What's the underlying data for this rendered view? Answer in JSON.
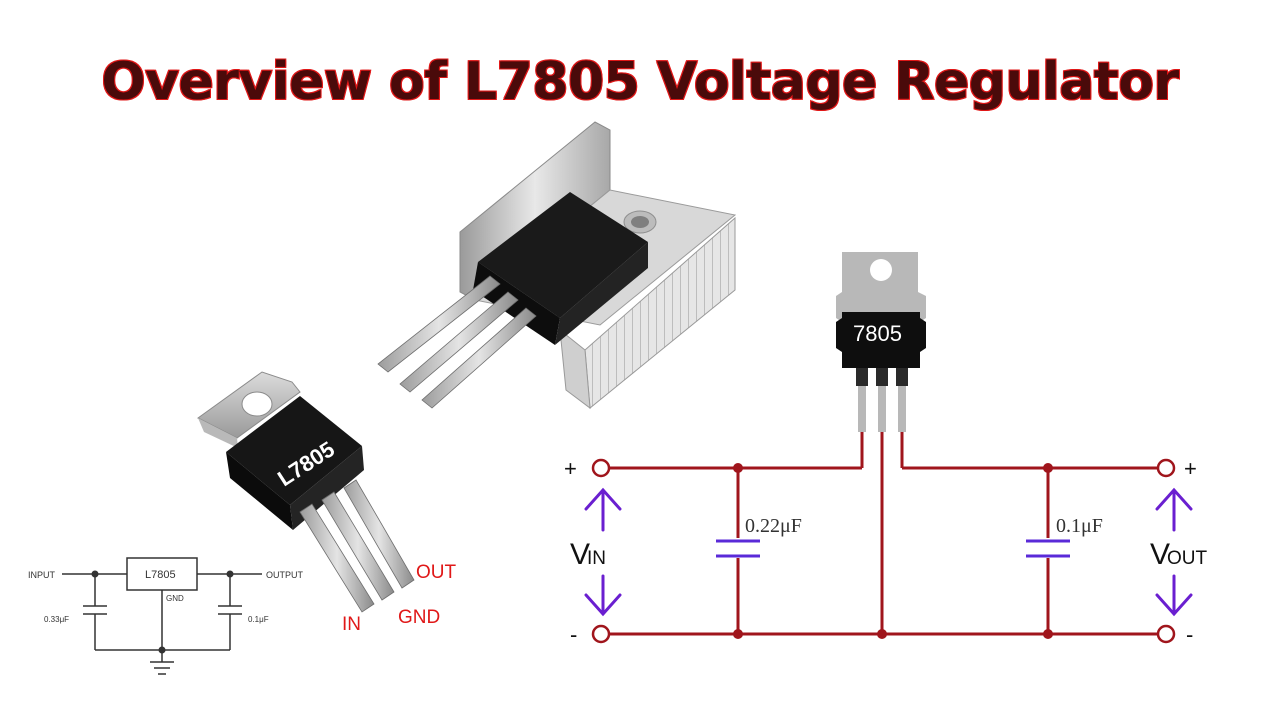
{
  "title": "Overview of L7805 Voltage Regulator",
  "photo_chip": {
    "part_label": "L7805",
    "pin_labels": {
      "in": "IN",
      "gnd": "GND",
      "out": "OUT"
    }
  },
  "small_schematic": {
    "input_label": "INPUT",
    "output_label": "OUTPUT",
    "ic_label": "L7805",
    "gnd_label": "GND",
    "cap_in": "0.33μF",
    "cap_out": "0.1μF"
  },
  "main_schematic": {
    "ic_label": "7805",
    "cap_in": "0.22μF",
    "cap_out": "0.1μF",
    "vin_main": "V",
    "vin_sub": "IN",
    "vout_main": "V",
    "vout_sub": "OUT",
    "plus_left": "+",
    "minus_left": "-",
    "plus_right": "+",
    "minus_right": "-"
  },
  "colors": {
    "title_fill": "#4a0a0a",
    "title_stroke": "#e01818",
    "wire": "#a0151c",
    "pin_label": "#e01818",
    "arrow": "#6a1fd0",
    "cap": "#5a2ad8"
  }
}
